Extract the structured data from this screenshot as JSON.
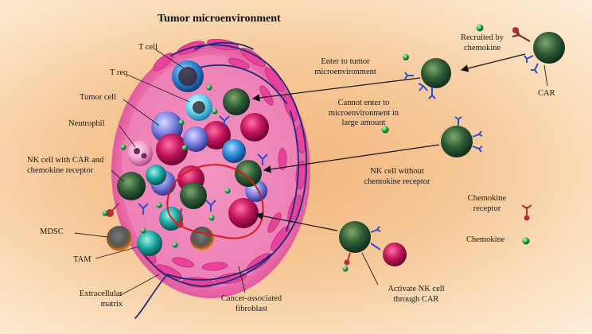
{
  "title": "Tumor microenvironment",
  "labels": {
    "t_cell": "T cell",
    "t_req": "T req",
    "tumor_cell": "Tumor cell",
    "neutrophil": "Neutrophil",
    "nk_car_chemo": "NK cell with CAR and\nchemokine receptor",
    "mdsc": "MDSC",
    "tam": "TAM",
    "ecm": "Extracellular\nmatrix",
    "caf": "Cancer-associated\nfibroblast",
    "activate": "Activate NK cell\nthrough CAR",
    "enter": "Enter to tumor\nmicroenvironment",
    "cannot_enter": "Cannot enter to\nmicroenvironment in\nlarge amount",
    "nk_without": "NK cell without\nchemokine receptor",
    "recruited": "Recruited by\nchemokine",
    "car": "CAR",
    "chemokine_receptor": "Chemokine\nreceptor",
    "chemokine": "Chemokine"
  },
  "colors": {
    "background": "#f6c898",
    "fibroblast": "#e8439a",
    "nk_cell": "#1f6b3a",
    "chemokine": "#1fa64a",
    "car_receptor": "#2a4fd0",
    "chemokine_receptor": "#b3303a",
    "tumor_cell": "#c0145a",
    "t_cell": "#2c86d8",
    "mdsc": "#e0741f",
    "tam": "#1aa6a0",
    "ecm_fiber": "#1f2a7a",
    "synapse_outline": "#d81c1c"
  }
}
